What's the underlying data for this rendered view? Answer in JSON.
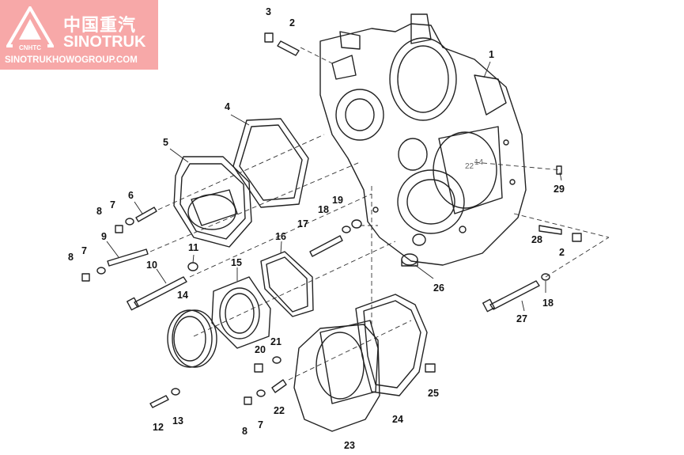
{
  "watermark": {
    "chinese": "中国重汽",
    "english": "SINOTRUK",
    "url": "SINOTRUKHOWOGROUP.COM",
    "emblem_text": "CNHTC",
    "background_color": "#f7a8a8"
  },
  "callouts": {
    "c1": "1",
    "c2a": "2",
    "c2b": "2",
    "c3": "3",
    "c4": "4",
    "c5": "5",
    "c6": "6",
    "c7a": "7",
    "c7b": "7",
    "c7c": "7",
    "c8a": "8",
    "c8b": "8",
    "c8c": "8",
    "c9": "9",
    "c10": "10",
    "c11": "11",
    "c12": "12",
    "c13": "13",
    "c14": "14",
    "c15": "15",
    "c16": "16",
    "c17": "17",
    "c18a": "18",
    "c18b": "18",
    "c19": "19",
    "c20": "20",
    "c21": "21",
    "c22": "22",
    "c23": "23",
    "c24": "24",
    "c25": "25",
    "c26": "26",
    "c27": "27",
    "c28": "28",
    "c29": "29"
  },
  "inner_labels": {
    "i22": "22",
    "i14": "14"
  }
}
